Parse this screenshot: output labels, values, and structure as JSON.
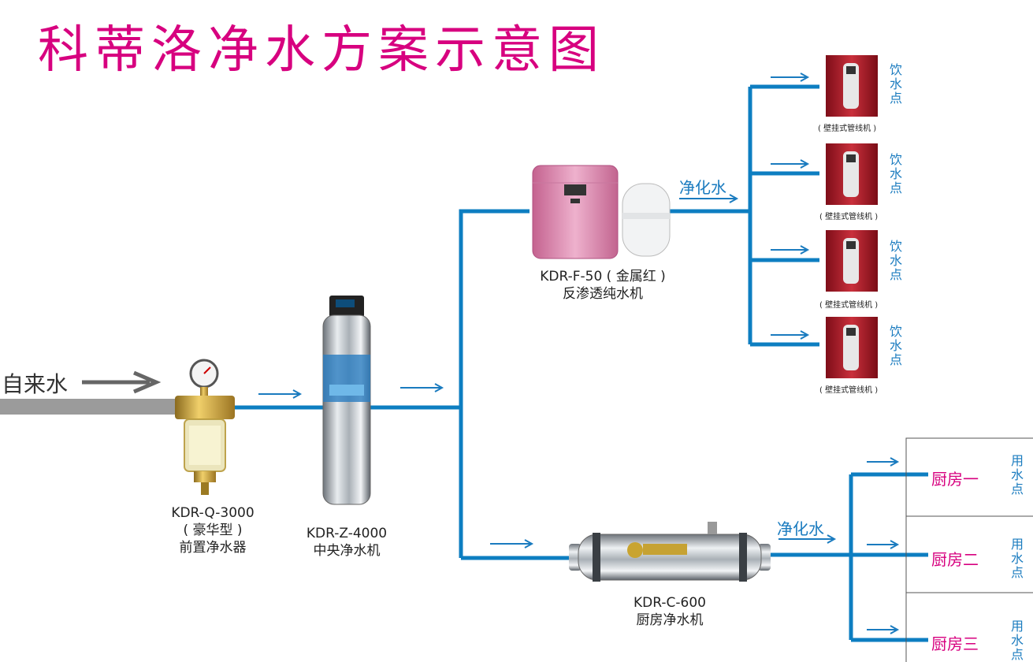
{
  "title": "科蒂洛净水方案示意图",
  "source_label": "自来水",
  "colors": {
    "pipe": "#0d7ec1",
    "title": "#d7007f",
    "inlet": "#9b9b9b",
    "kitchen": "#d7007f"
  },
  "devices": {
    "prefilter": {
      "line1": "KDR-Q-3000",
      "line2": "( 豪华型 )",
      "line3": "前置净水器"
    },
    "central": {
      "line1": "KDR-Z-4000",
      "line2": "中央净水机"
    },
    "ro": {
      "line1": "KDR-F-50 ( 金属红 )",
      "line2": "反渗透纯水机"
    },
    "kitchen_unit": {
      "line1": "KDR-C-600",
      "line2": "厨房净水机"
    }
  },
  "purified_label": "净化水",
  "wall_units": [
    {
      "label": "( 壁挂式管线机 )",
      "point": [
        "饮",
        "水",
        "点"
      ]
    },
    {
      "label": "( 壁挂式管线机 )",
      "point": [
        "饮",
        "水",
        "点"
      ]
    },
    {
      "label": "( 壁挂式管线机 )",
      "point": [
        "饮",
        "水",
        "点"
      ]
    },
    {
      "label": "( 壁挂式管线机 )",
      "point": [
        "饮",
        "水",
        "点"
      ]
    }
  ],
  "kitchens": [
    {
      "name": "厨房一",
      "point": [
        "用",
        "水",
        "点"
      ]
    },
    {
      "name": "厨房二",
      "point": [
        "用",
        "水",
        "点"
      ]
    },
    {
      "name": "厨房三",
      "point": [
        "用",
        "水",
        "点"
      ]
    }
  ],
  "icons": [
    "pressure-gauge-icon",
    "prefilter-icon",
    "central-tank-icon",
    "ro-machine-icon",
    "pressure-tank-icon",
    "wall-dispenser-icon",
    "kitchen-filter-icon",
    "flow-arrow-icon"
  ]
}
